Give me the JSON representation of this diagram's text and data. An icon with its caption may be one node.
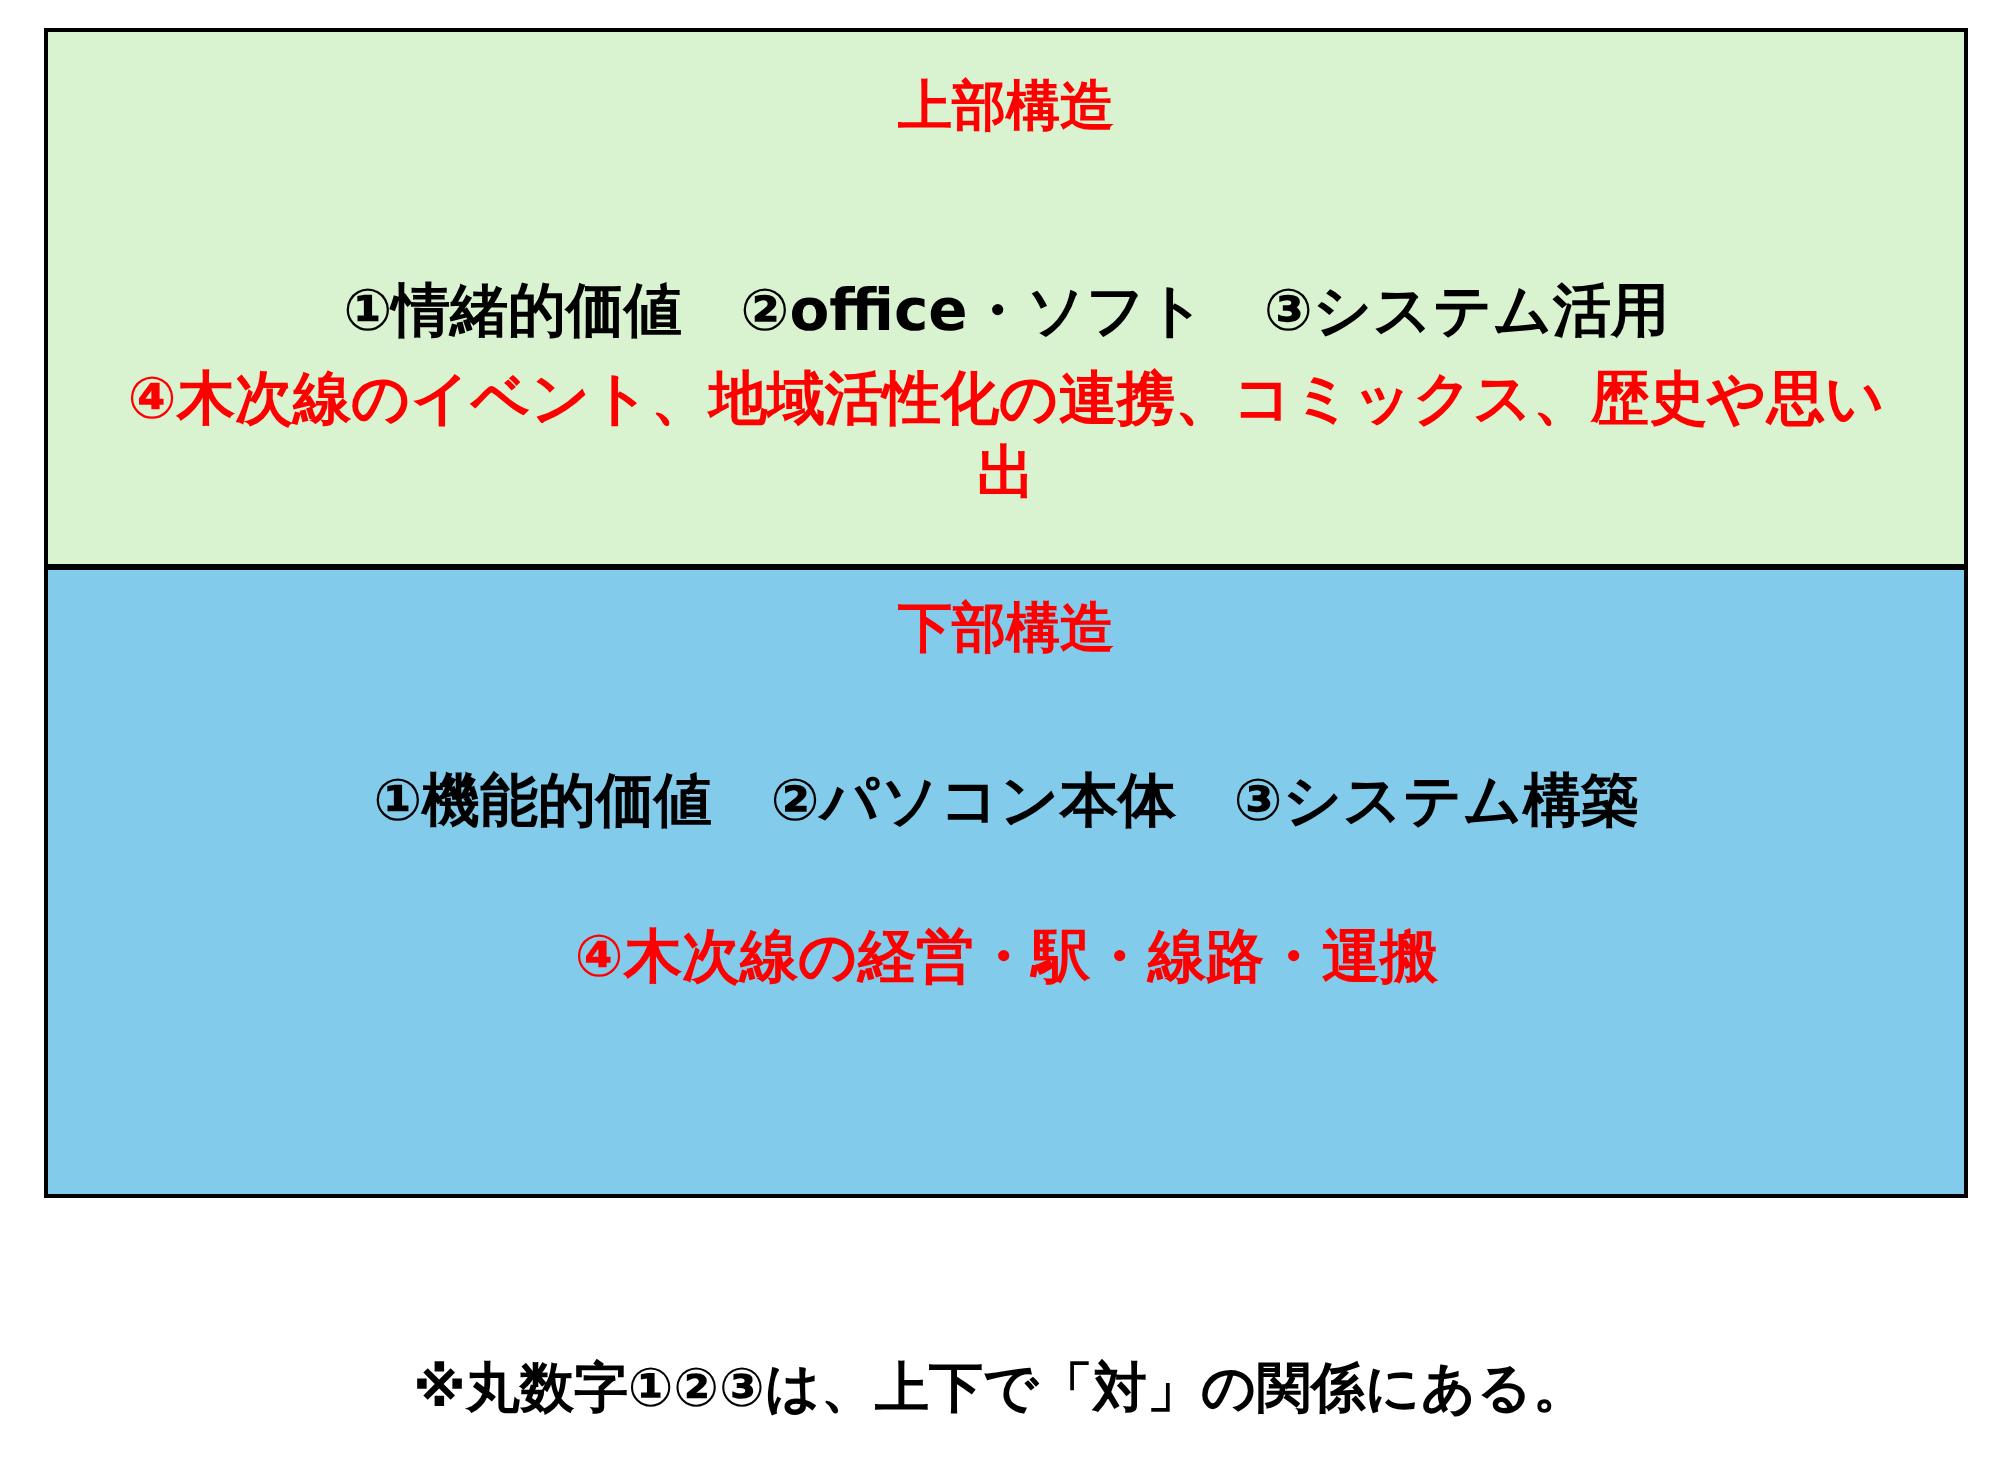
{
  "diagram": {
    "nodes": [
      {
        "text": [
          "上部構造",
          "①情緒的価値　②office・ソフト　③システム活用",
          "④木次線のイベント、地域活性化の連携、コミックス、歴史や思い出"
        ]
      },
      {
        "text": [
          "下部構造",
          "①機能的価値　②パソコン本体　③システム構築",
          "④木次線の経営・駅・線路・運搬"
        ]
      }
    ],
    "labels": [
      "※丸数字①②③は、上下で「対」の関係にある。"
    ]
  }
}
